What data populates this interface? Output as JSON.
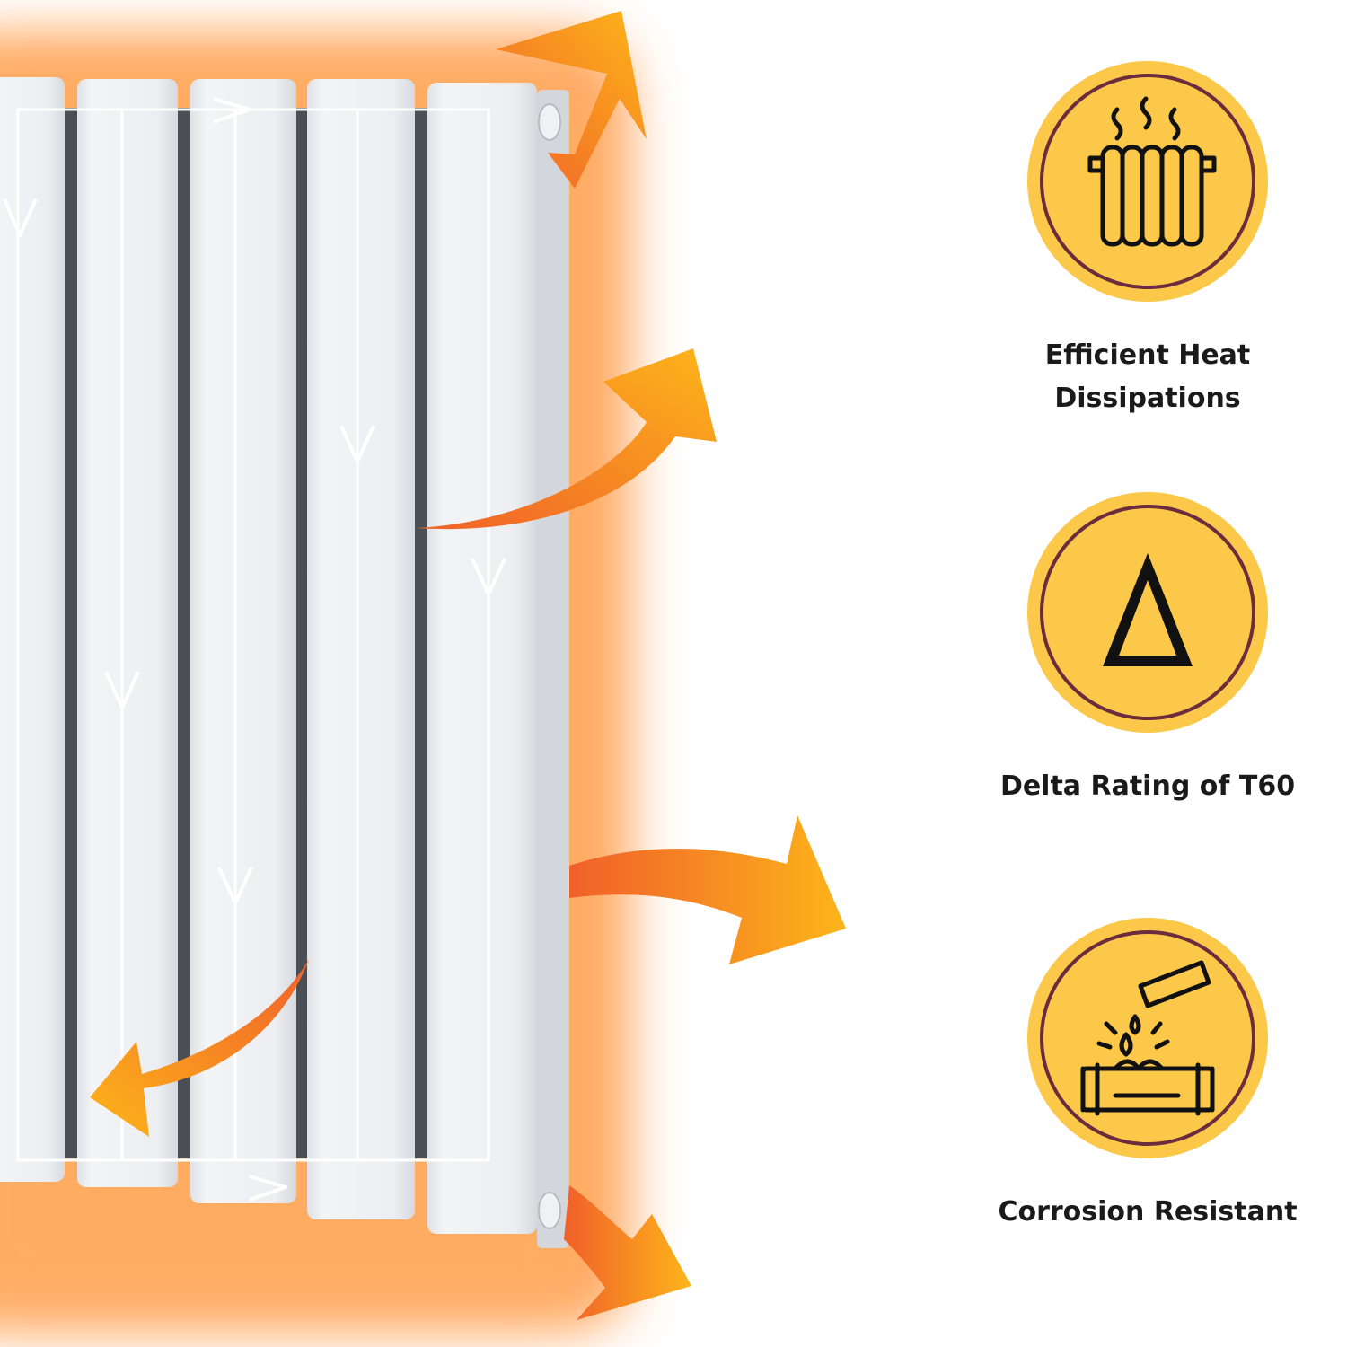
{
  "features": [
    {
      "icon": "radiator-heat-icon",
      "label": "Efficient Heat\nDissipations"
    },
    {
      "icon": "delta-icon",
      "label": "Delta Rating of T60"
    },
    {
      "icon": "corrosion-pipe-icon",
      "label": "Corrosion Resistant"
    }
  ],
  "colors": {
    "badge_fill": "#FBC84A",
    "badge_ring": "#6B2C3E",
    "icon_stroke": "#111111",
    "arrow_start": "#F0602A",
    "arrow_end": "#FDB51A",
    "glow": "#FF8A2A",
    "radiator_panel": "#ECEEF1",
    "radiator_gap": "#4A4E55"
  }
}
